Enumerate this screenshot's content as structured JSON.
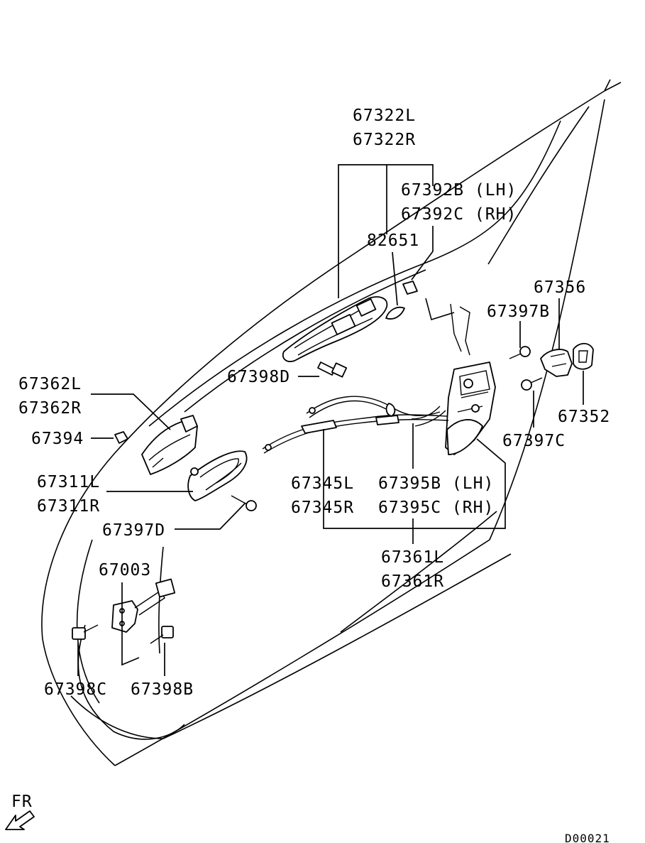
{
  "callouts": {
    "p67322L": "67322L",
    "p67322R": "67322R",
    "p67392B": "67392B (LH)",
    "p67392C": "67392C (RH)",
    "p82651": "82651",
    "p67356": "67356",
    "p67397B": "67397B",
    "p67398D": "67398D",
    "p67362L": "67362L",
    "p67362R": "67362R",
    "p67352": "67352",
    "p67394": "67394",
    "p67397C": "67397C",
    "p67311L": "67311L",
    "p67311R": "67311R",
    "p67345L": "67345L",
    "p67345R": "67345R",
    "p67395B": "67395B (LH)",
    "p67395C": "67395C (RH)",
    "p67397D": "67397D",
    "p67361L": "67361L",
    "p67361R": "67361R",
    "p67003": "67003",
    "p67398C": "67398C",
    "p67398B": "67398B"
  },
  "direction_label": "FR",
  "diagram_code": "D00021"
}
